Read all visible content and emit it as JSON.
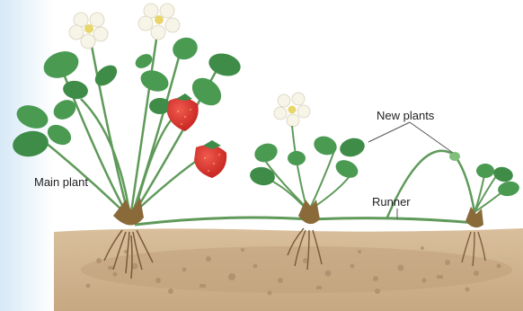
{
  "diagram": {
    "labels": {
      "main_plant": "Main plant",
      "new_plants": "New plants",
      "runner": "Runner"
    },
    "parts": [
      "main-plant",
      "runner",
      "new-plant-1",
      "new-plant-2",
      "soil",
      "roots",
      "strawberries",
      "flowers"
    ],
    "colors": {
      "background_edge": "#dcecf7",
      "leaf": "#4a9a52",
      "leaf_dark": "#2f7a3b",
      "stem": "#5f9a5a",
      "berry": "#d9302c",
      "flower": "#f7f4e8",
      "flower_center": "#e8d66a",
      "soil": "#c8aa86",
      "soil_dark": "#a8896a",
      "crown": "#8b6a3a",
      "root": "#7a5a3a"
    }
  }
}
